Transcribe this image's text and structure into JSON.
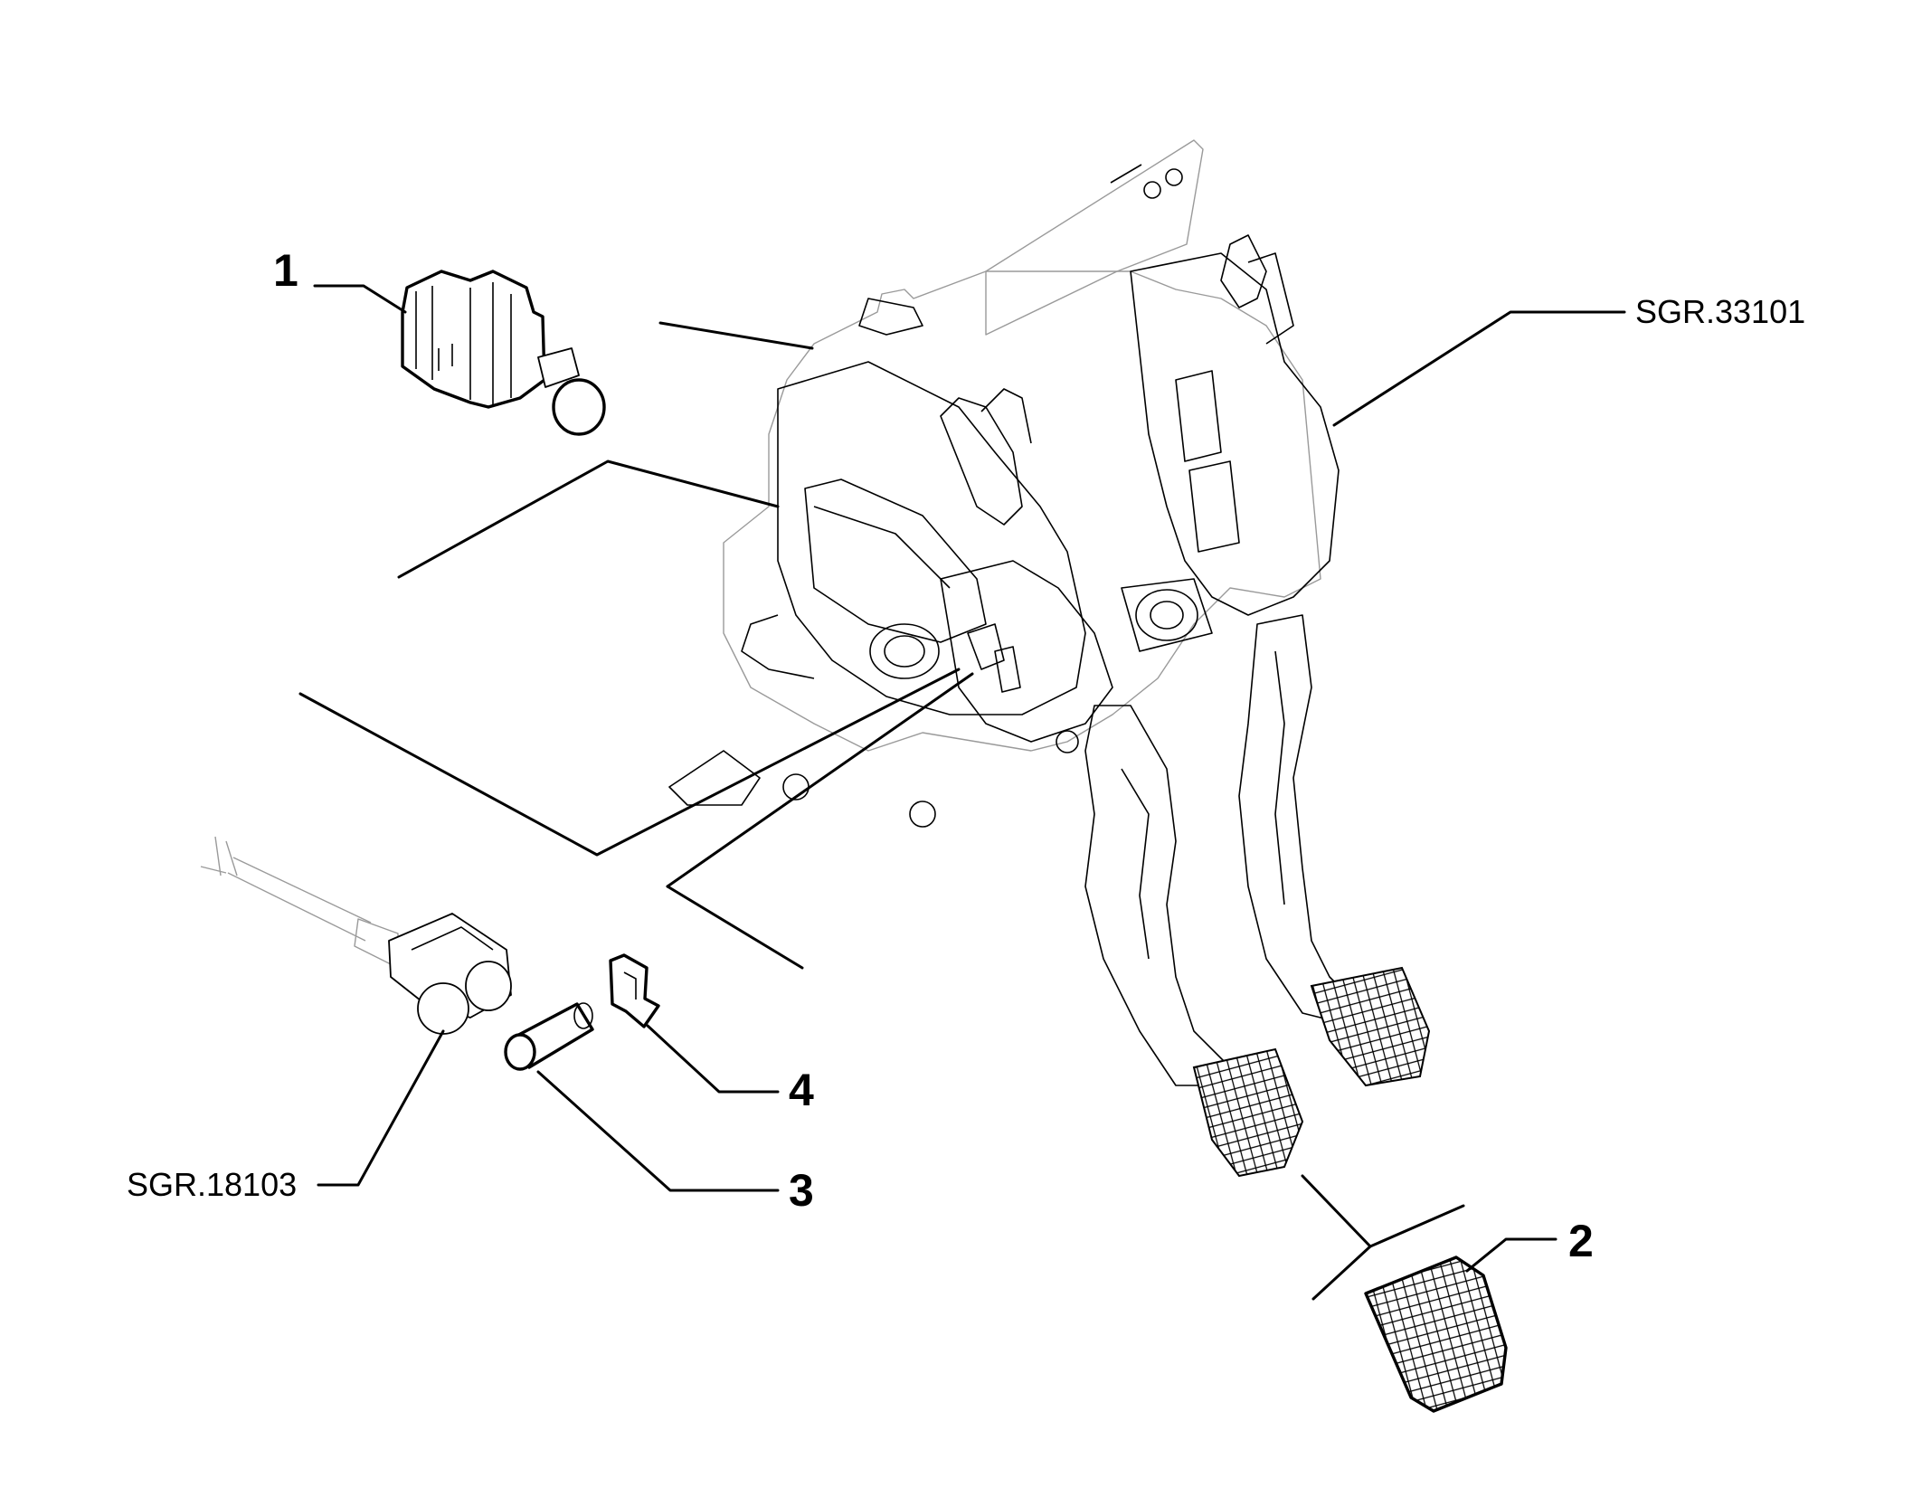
{
  "callouts": {
    "c1": "1",
    "c2": "2",
    "c3": "3",
    "c4": "4"
  },
  "references": {
    "pedal_box": "SGR.33101",
    "clutch_rod": "SGR.18103"
  }
}
